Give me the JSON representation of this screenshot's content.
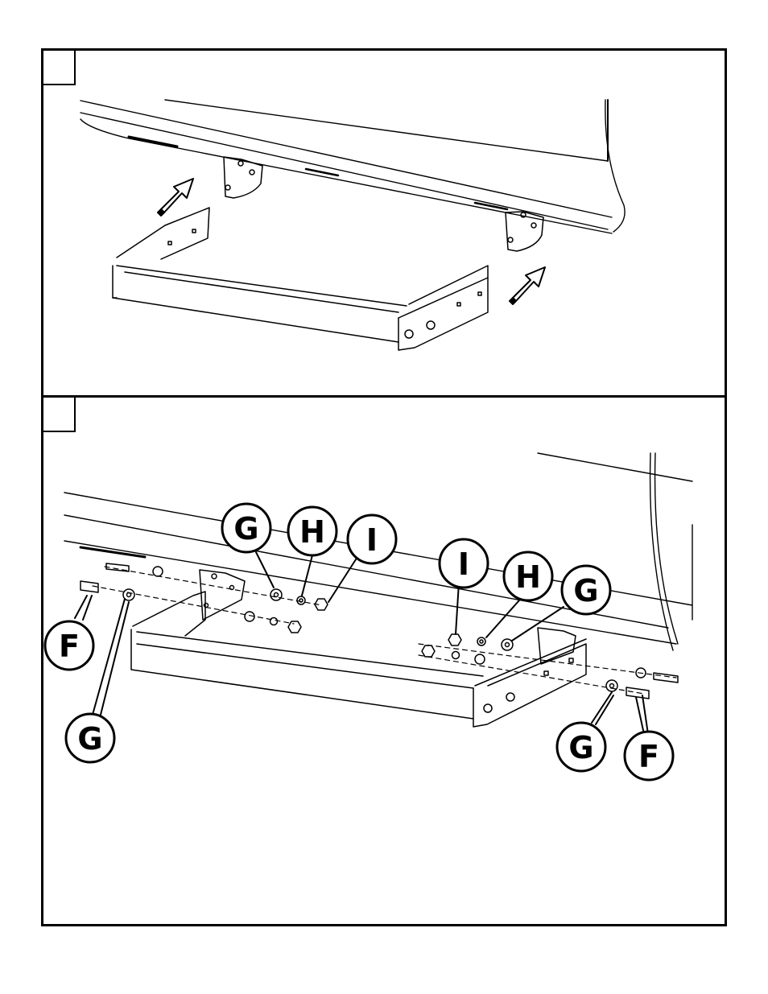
{
  "labels": {
    "g_left_top": "G",
    "h_left_top": "H",
    "i_left_top": "I",
    "f_left": "F",
    "g_left_bottom": "G",
    "i_right_top": "I",
    "h_right_top": "H",
    "g_right_top": "G",
    "g_right_bottom": "G",
    "f_right": "F"
  }
}
